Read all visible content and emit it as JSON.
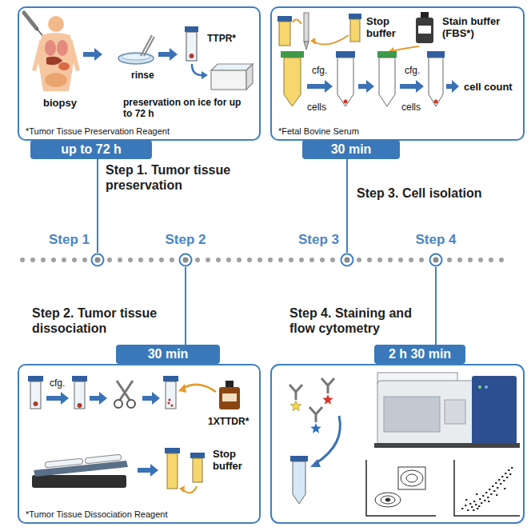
{
  "diagram": {
    "nodes": [
      {
        "text": [
          "biopsy",
          "rinse",
          "TTPR*",
          "preservation on ice for up to 72 h",
          "*Tumor Tissue Preservation Reagent"
        ]
      },
      {
        "text": [
          "up to 72 h"
        ]
      },
      {
        "text": [
          "Stop buffer",
          "Stain buffer (FBS*)",
          "cfg.",
          "cells",
          "cfg.",
          "cells",
          "cell count",
          "*Fetal Bovine Serum"
        ]
      },
      {
        "text": [
          "30 min"
        ]
      },
      {
        "text": [
          "Step 1"
        ]
      },
      {
        "text": [
          "Step 2"
        ]
      },
      {
        "text": [
          "Step 3"
        ]
      },
      {
        "text": [
          "Step 4"
        ]
      },
      {
        "text": [
          "30 min"
        ]
      },
      {
        "text": [
          "cfg.",
          "1XTTDR*",
          "Stop buffer",
          "*Tumor Tissue Dissociation Reagent"
        ]
      },
      {
        "text": [
          "2 h 30 min"
        ]
      }
    ],
    "edges": [
      {
        "from": 4,
        "to": 5,
        "arrow": "none"
      },
      {
        "from": 5,
        "to": 6,
        "arrow": "none"
      },
      {
        "from": 6,
        "to": 7,
        "arrow": "none"
      },
      {
        "from": 4,
        "to": 1,
        "arrow": "none"
      },
      {
        "from": 5,
        "to": 8,
        "arrow": "none"
      },
      {
        "from": 6,
        "to": 3,
        "arrow": "none"
      },
      {
        "from": 7,
        "to": 10,
        "arrow": "none"
      }
    ],
    "labels": [
      "Step 1. Tumor tissue preservation",
      "Step 3. Cell isolation",
      "Step 2. Tumor tissue dissociation",
      "Step 4. Staining and flow cytometry"
    ]
  }
}
